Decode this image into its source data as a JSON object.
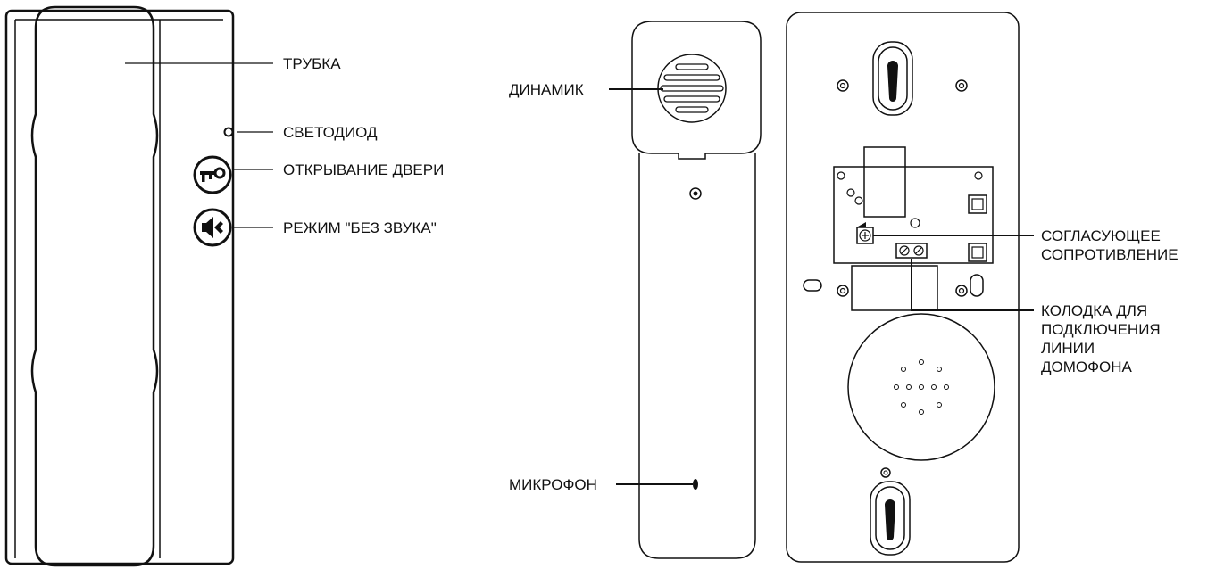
{
  "colors": {
    "stroke": "#111111",
    "background": "#ffffff"
  },
  "labels": {
    "handset": "ТРУБКА",
    "led": "СВЕТОДИОД",
    "door_open": "ОТКРЫВАНИЕ ДВЕРИ",
    "mute_mode": "РЕЖИМ \"БЕЗ ЗВУКА\"",
    "speaker": "ДИНАМИК",
    "microphone": "МИКРОФОН",
    "matching_resistor": [
      "СОГЛАСУЮЩЕЕ",
      "СОПРОТИВЛЕНИЕ"
    ],
    "terminal_block": [
      "КОЛОДКА ДЛЯ",
      "ПОДКЛЮЧЕНИЯ",
      "ЛИНИИ",
      "ДОМОФОНА"
    ]
  },
  "icons": {
    "door_button": "key-icon",
    "mute_button": "speaker-mute-icon"
  }
}
